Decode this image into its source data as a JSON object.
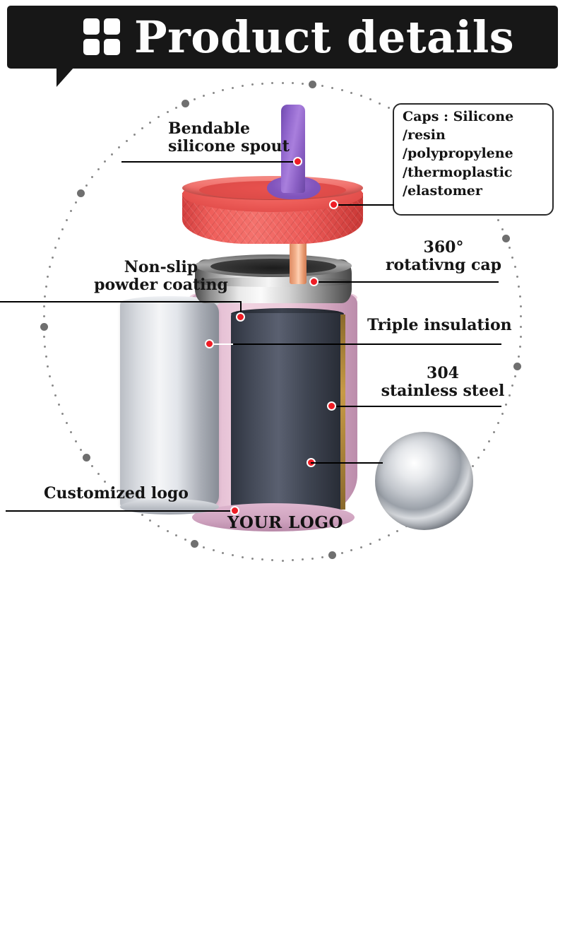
{
  "header": {
    "title": "Product details",
    "icon": "grid-four-squares-icon",
    "background_color": "#171717",
    "text_color": "#fdfdfd"
  },
  "callouts": [
    {
      "id": "bendable-spout",
      "text": "Bendable\nsilicone spout"
    },
    {
      "id": "non-slip-coating",
      "text": "Non-slip\npowder coating"
    },
    {
      "id": "rotating-cap",
      "text": "360°\nrotativng cap"
    },
    {
      "id": "triple-insulation",
      "text": "Triple insulation"
    },
    {
      "id": "stainless-steel",
      "text": "304\nstainless steel"
    },
    {
      "id": "customized-logo",
      "text": "Customized logo"
    }
  ],
  "caps_box": {
    "text": "Caps : Silicone\n/resin\n/polypropylene\n/thermoplastic\n/elastomer"
  },
  "product": {
    "logo_placeholder": "YOUR LOGO",
    "colors": {
      "spout": "#8c62c9",
      "lid": "#ec5b57",
      "straw": "#f3b18c",
      "collar": "#c9c9c9",
      "shell": "#e3bcd2",
      "liner": "#454b59",
      "sleeve": "#d9dce1",
      "marker_dot": "#ee1c25",
      "dotted_circle": "#8a8a8a"
    }
  }
}
